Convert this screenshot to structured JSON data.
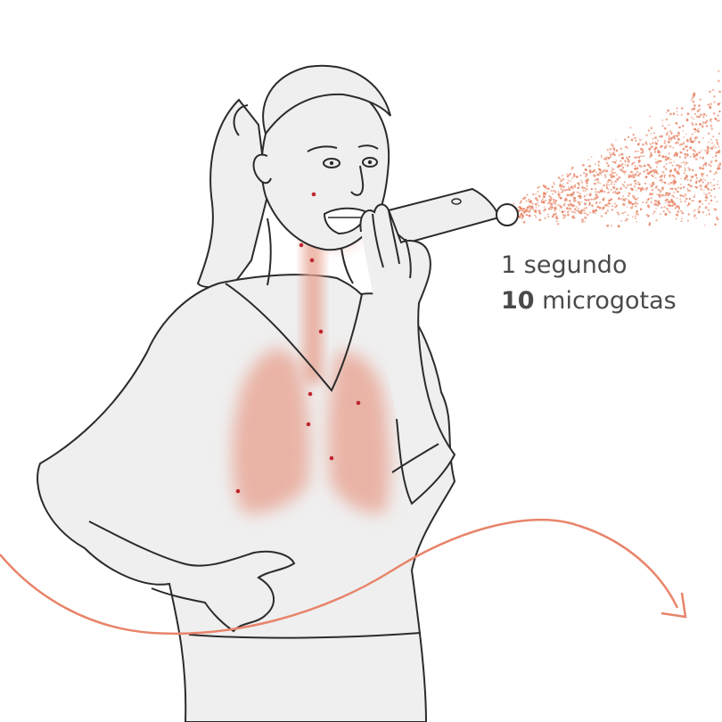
{
  "caption": {
    "line1": "1 segundo",
    "count": "10",
    "unit": "microgotas"
  },
  "colors": {
    "outline": "#2b2b2b",
    "skin": "#efefef",
    "lung_tint": "#e8a392",
    "droplet_cloud": "#e88a6c",
    "droplet_marker": "#c0262d",
    "arrow": "#e8846a",
    "text": "#4a4a4a"
  },
  "icons": {
    "phone": "smartphone-icon",
    "arrow": "curved-arrow-icon"
  }
}
